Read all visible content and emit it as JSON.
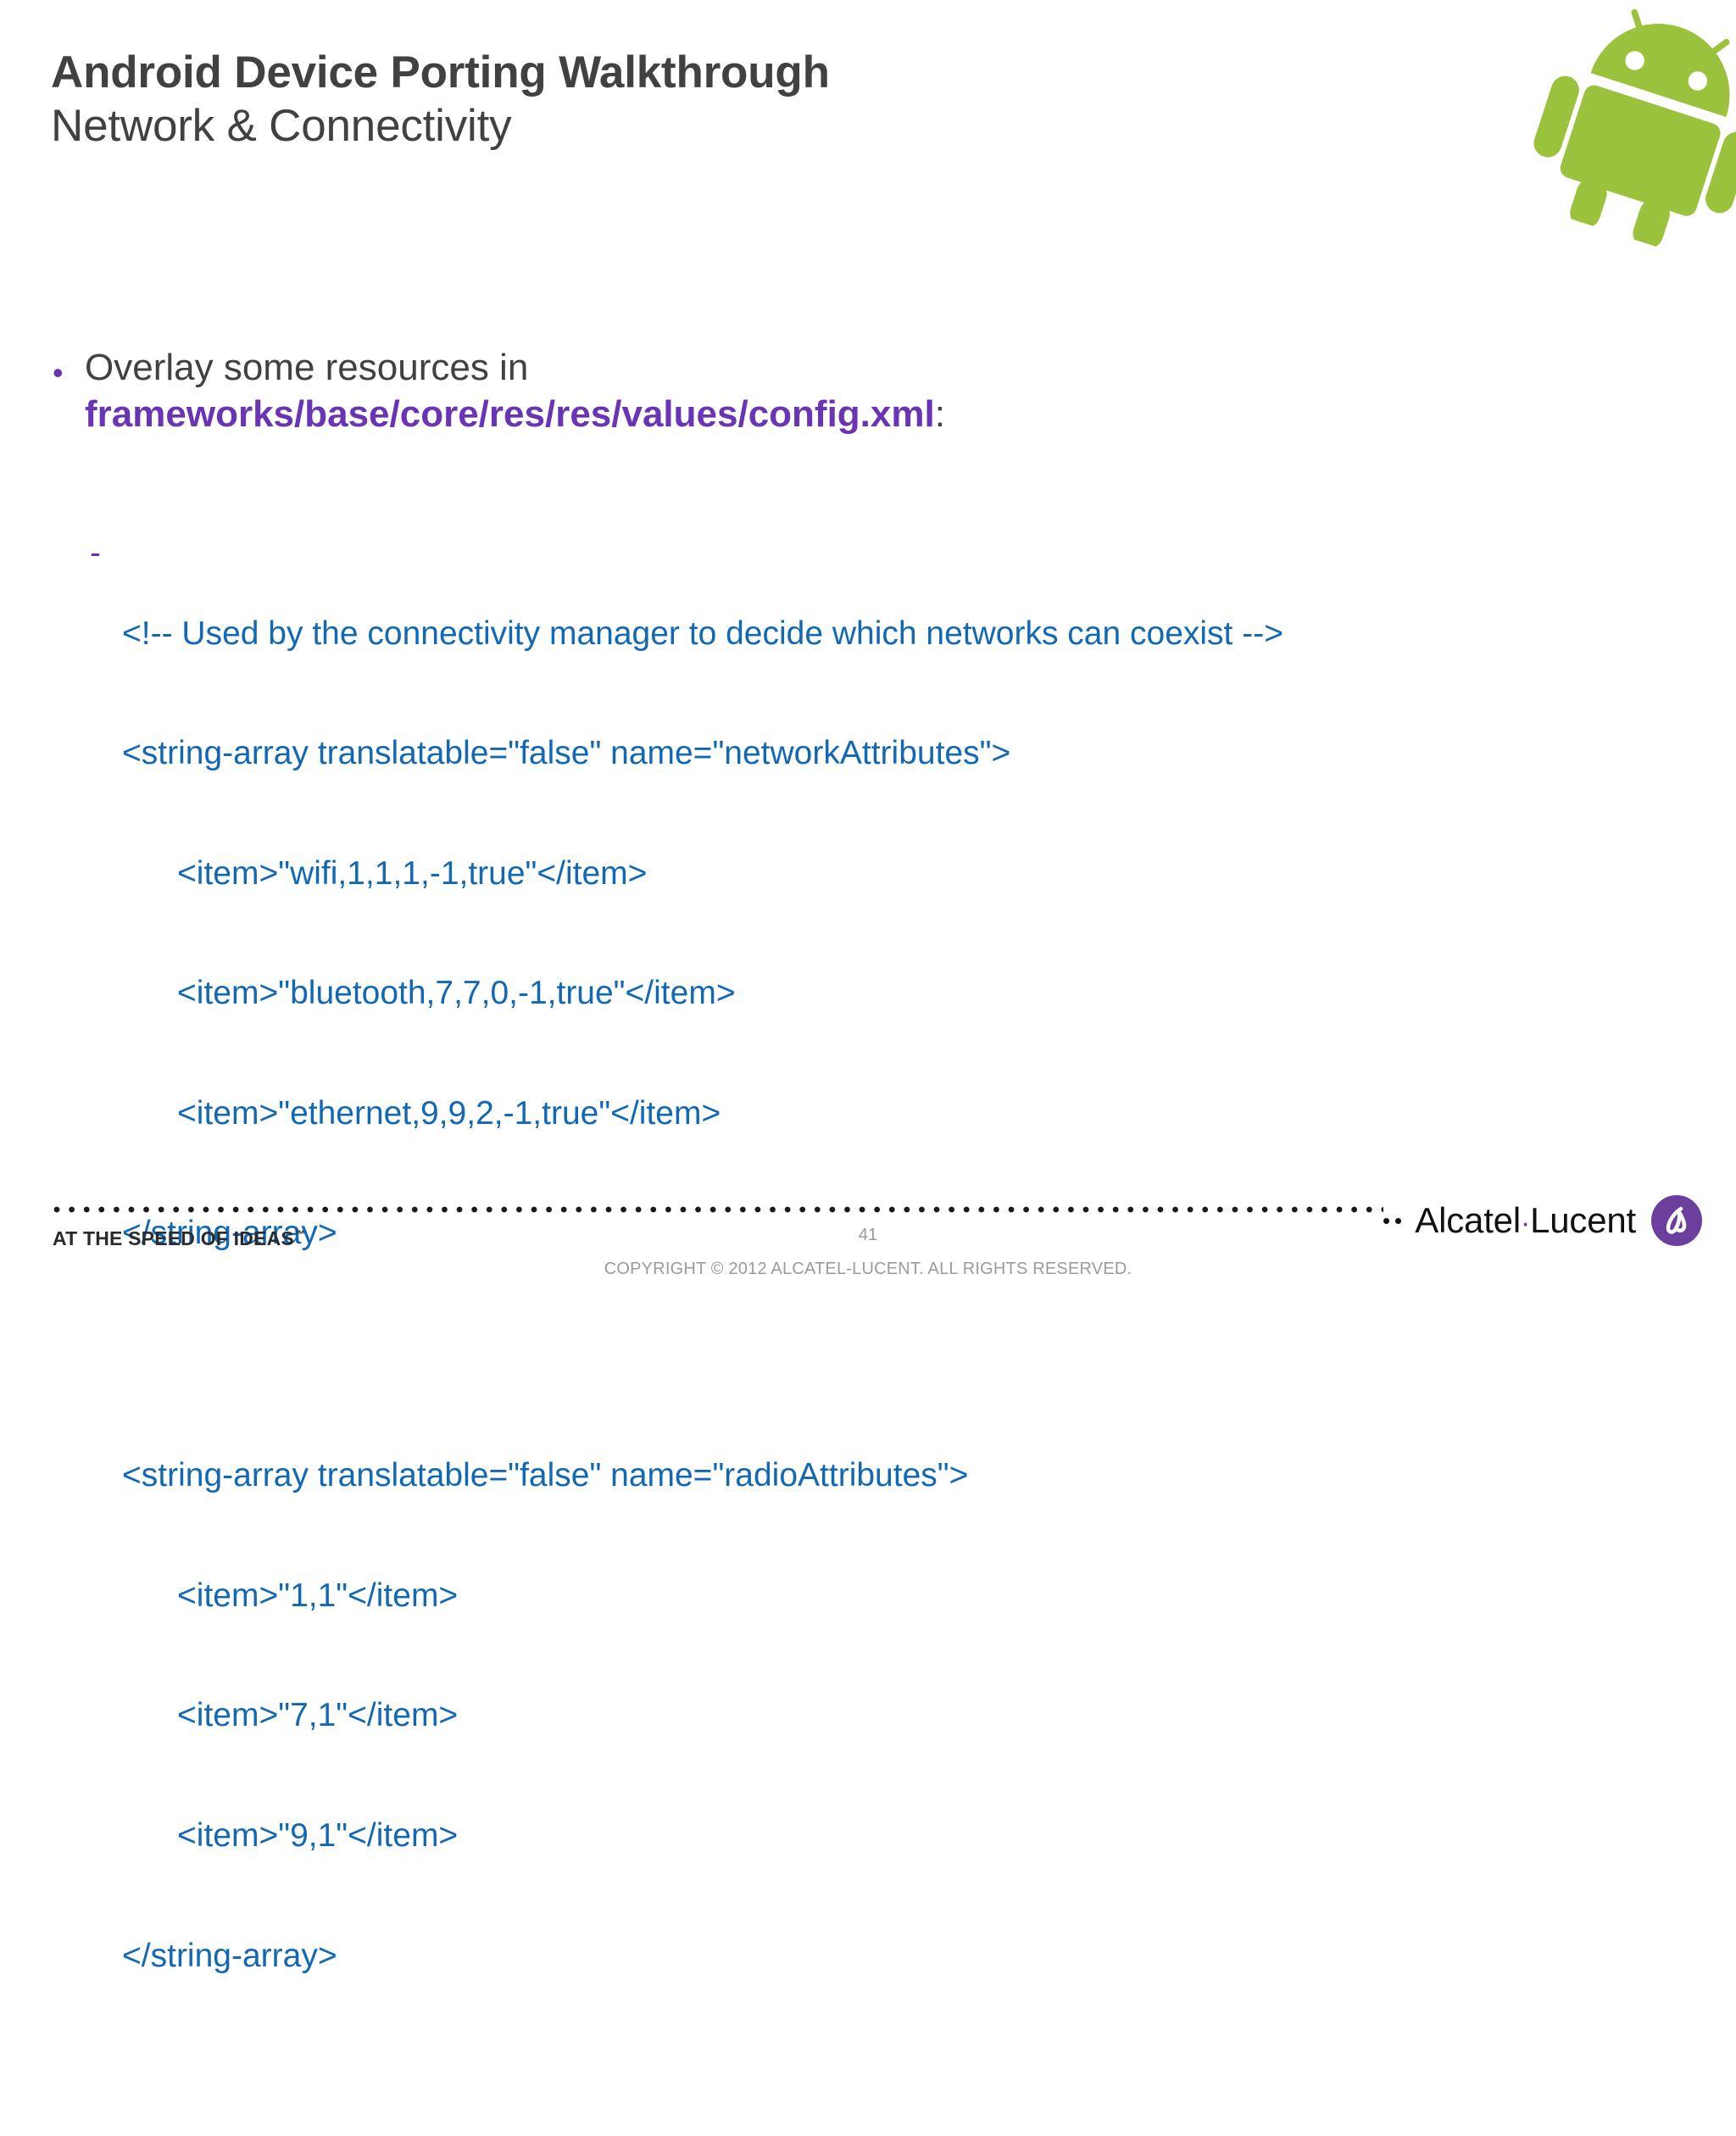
{
  "slide": {
    "title_main": "Android Device Porting Walkthrough",
    "title_sub": "Network & Connectivity",
    "page_number": "41"
  },
  "colors": {
    "title": "#414141",
    "accent_purple": "#6a35b5",
    "code_blue": "#1268b3",
    "android_green": "#9bc23c",
    "logo_purple": "#6c3f9e"
  },
  "content": {
    "bullet_marker": "•",
    "bullet_text": "Overlay some resources in",
    "path": "frameworks/base/core/res/res/values/config.xml",
    "path_suffix": ":",
    "sub_marker": "-",
    "code_lines": [
      "<!-- Used by the connectivity manager to decide which networks can coexist -->",
      "<string-array translatable=\"false\" name=\"networkAttributes\">",
      "      <item>\"wifi,1,1,1,-1,true\"</item>",
      "      <item>\"bluetooth,7,7,0,-1,true\"</item>",
      "      <item>\"ethernet,9,9,2,-1,true\"</item>",
      "</string-array>",
      "",
      "<string-array translatable=\"false\" name=\"radioAttributes\">",
      "      <item>\"1,1\"</item>",
      "      <item>\"7,1\"</item>",
      "      <item>\"9,1\"</item>",
      "</string-array>"
    ]
  },
  "footer": {
    "tagline": "AT THE SPEED OF IDEAS",
    "tagline_tm": "™",
    "copyright": "COPYRIGHT © 2012 ALCATEL-LUCENT.  ALL RIGHTS RESERVED.",
    "brand_first": "Alcatel",
    "brand_dot": "·",
    "brand_second": "Lucent"
  }
}
